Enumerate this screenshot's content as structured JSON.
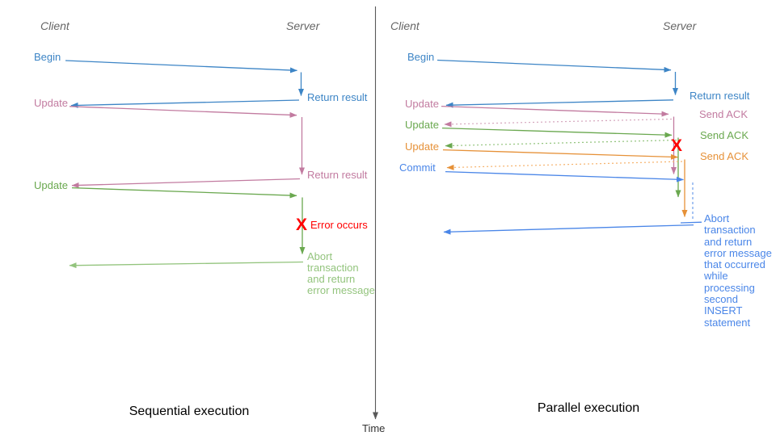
{
  "colors": {
    "blue": "#3d85c6",
    "commit_blue": "#4a86e8",
    "light_blue": "#6d9eeb",
    "pink": "#c27ba0",
    "light_pink": "#d5a6bd",
    "green": "#6aa84f",
    "light_green": "#93c47d",
    "orange": "#e69138",
    "light_orange": "#f6b26b",
    "error_red": "#ff0000",
    "header_gray": "#666666",
    "axis_gray": "#595959"
  },
  "time_axis": {
    "label": "Time"
  },
  "left_panel": {
    "caption": "Sequential execution",
    "client_header": "Client",
    "server_header": "Server",
    "begin_label": "Begin",
    "return_result_1": "Return result",
    "update_1": "Update",
    "return_result_2": "Return result",
    "update_2": "Update",
    "error_x": "X",
    "error_label": "Error occurs",
    "abort_lines": [
      "Abort",
      "transaction",
      "and return",
      "error message"
    ]
  },
  "right_panel": {
    "caption": "Parallel execution",
    "client_header": "Client",
    "server_header": "Server",
    "begin_label": "Begin",
    "return_result": "Return result",
    "update_1": "Update",
    "send_ack_1": "Send ACK",
    "update_2": "Update",
    "send_ack_2": "Send ACK",
    "update_3": "Update",
    "send_ack_3": "Send ACK",
    "commit_label": "Commit",
    "error_x": "X",
    "abort_lines": [
      "Abort",
      "transaction",
      "and return",
      "error message",
      "that occurred",
      "while",
      "processing",
      "second",
      "INSERT",
      "statement"
    ]
  }
}
